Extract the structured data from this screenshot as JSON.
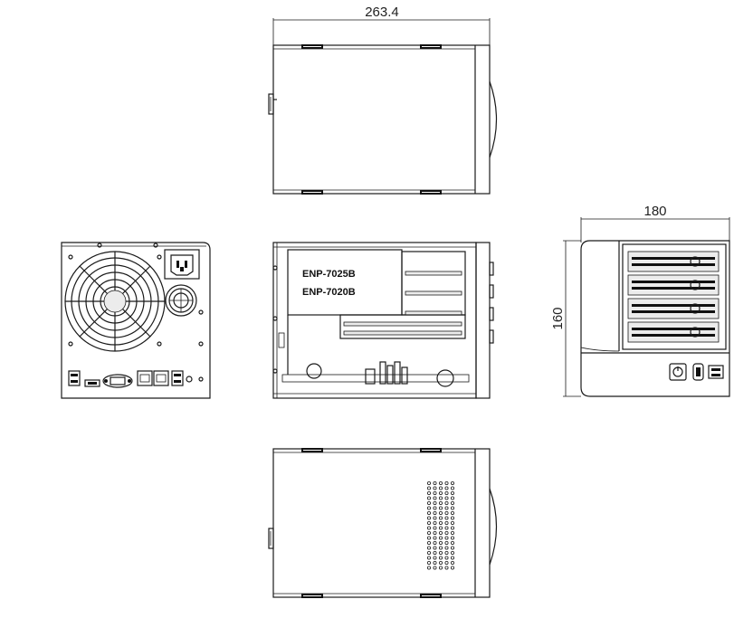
{
  "dimensions": {
    "length": "263.4",
    "width": "180",
    "height": "160"
  },
  "models": [
    "ENP-7025B",
    "ENP-7020B"
  ],
  "views": [
    "top-view",
    "rear-view",
    "side-view-internal",
    "front-view",
    "bottom-view"
  ]
}
